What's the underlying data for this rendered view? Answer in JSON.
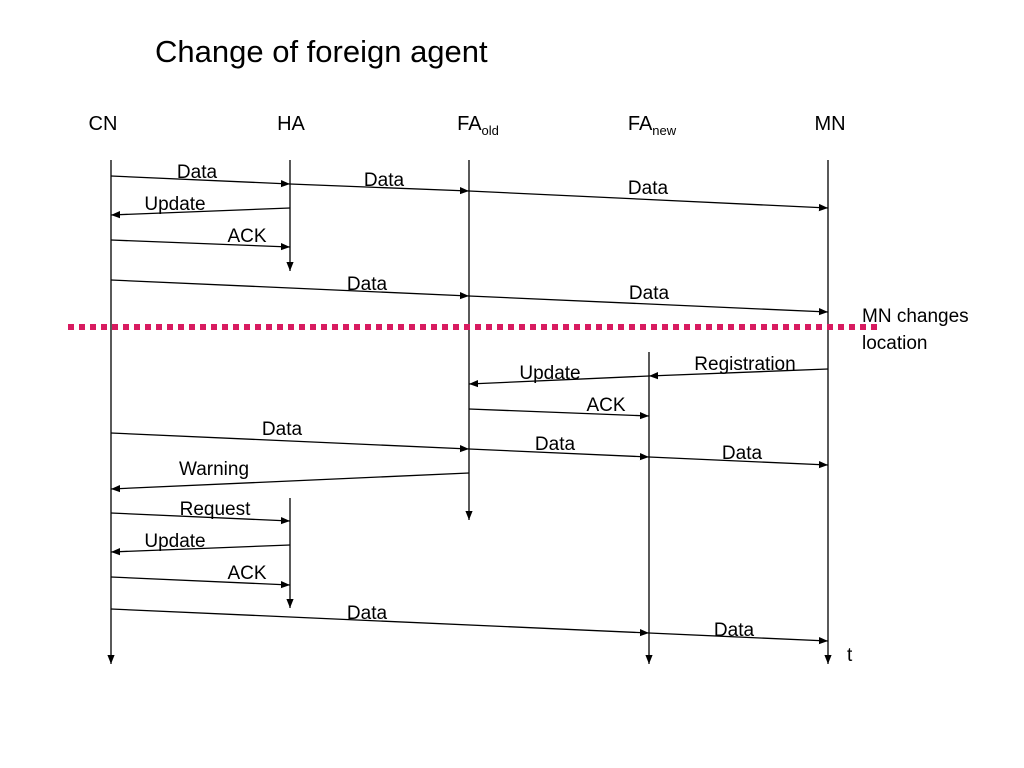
{
  "title": "Change of foreign agent",
  "entities": [
    {
      "id": "CN",
      "label": "CN",
      "sub": ""
    },
    {
      "id": "HA",
      "label": "HA",
      "sub": ""
    },
    {
      "id": "FAold",
      "label": "FA",
      "sub": "old"
    },
    {
      "id": "FAnew",
      "label": "FA",
      "sub": "new"
    },
    {
      "id": "MN",
      "label": "MN",
      "sub": ""
    }
  ],
  "messages": [
    {
      "from": "CN",
      "to": "HA",
      "label": "Data"
    },
    {
      "from": "HA",
      "to": "FAold",
      "label": "Data"
    },
    {
      "from": "FAold",
      "to": "MN",
      "label": "Data"
    },
    {
      "from": "HA",
      "to": "CN",
      "label": "Update"
    },
    {
      "from": "CN",
      "to": "HA",
      "label": "ACK"
    },
    {
      "from": "CN",
      "to": "FAold",
      "label": "Data"
    },
    {
      "from": "FAold",
      "to": "MN",
      "label": "Data"
    },
    {
      "from": "MN",
      "to": "FAnew",
      "label": "Registration"
    },
    {
      "from": "FAnew",
      "to": "FAold",
      "label": "Update"
    },
    {
      "from": "FAold",
      "to": "FAnew",
      "label": "ACK"
    },
    {
      "from": "CN",
      "to": "FAold",
      "label": "Data"
    },
    {
      "from": "FAold",
      "to": "FAnew",
      "label": "Data"
    },
    {
      "from": "FAnew",
      "to": "MN",
      "label": "Data"
    },
    {
      "from": "FAold",
      "to": "CN",
      "label": "Warning"
    },
    {
      "from": "CN",
      "to": "HA",
      "label": "Request"
    },
    {
      "from": "HA",
      "to": "CN",
      "label": "Update"
    },
    {
      "from": "CN",
      "to": "HA",
      "label": "ACK"
    },
    {
      "from": "CN",
      "to": "FAnew",
      "label": "Data"
    },
    {
      "from": "FAnew",
      "to": "MN",
      "label": "Data"
    }
  ],
  "separator": {
    "label_line1": "MN changes",
    "label_line2": "location",
    "color": "#d81b60"
  },
  "time_label": "t"
}
